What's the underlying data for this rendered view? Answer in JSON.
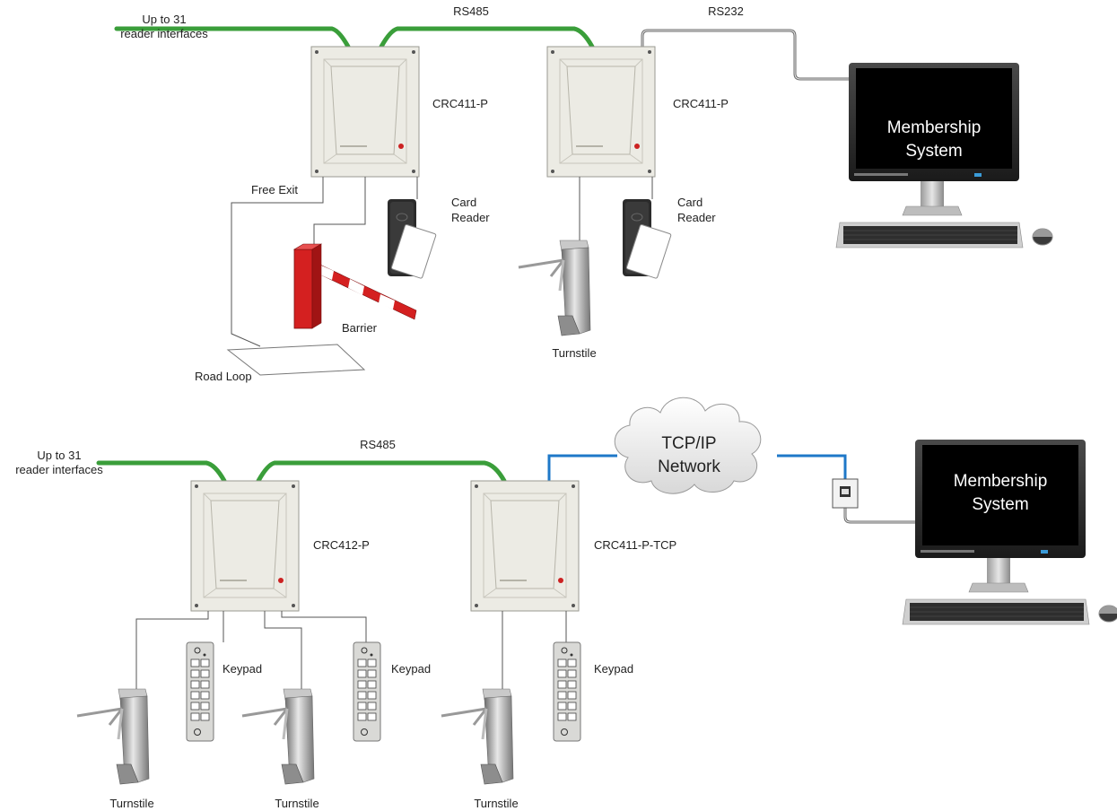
{
  "top": {
    "reader_interfaces": [
      "Up to 31",
      "reader interfaces"
    ],
    "bus_label": "RS485",
    "serial_label": "RS232",
    "controller1": "CRC411-P",
    "controller2": "CRC411-P",
    "card_reader1": [
      "Card",
      "Reader"
    ],
    "card_reader2": [
      "Card",
      "Reader"
    ],
    "free_exit": "Free Exit",
    "barrier": "Barrier",
    "road_loop": "Road Loop",
    "turnstile": "Turnstile",
    "pc_label": [
      "Membership",
      "System"
    ]
  },
  "bottom": {
    "reader_interfaces": [
      "Up to 31",
      "reader interfaces"
    ],
    "bus_label": "RS485",
    "network_label": [
      "TCP/IP",
      "Network"
    ],
    "controller1": "CRC412-P",
    "controller2": "CRC411-P-TCP",
    "keypad1": "Keypad",
    "keypad2": "Keypad",
    "keypad3": "Keypad",
    "turnstile1": "Turnstile",
    "turnstile2": "Turnstile",
    "turnstile3": "Turnstile",
    "pc_label": [
      "Membership",
      "System"
    ]
  },
  "colors": {
    "rs485_wire": "#3a9e3a",
    "tcp_wire": "#1e78c8",
    "serial_wire": "#6b6b6b",
    "barrier_red": "#d42020",
    "cabinet": "#ecebe4"
  },
  "icons": [
    "controller-cabinet",
    "card-reader",
    "turnstile",
    "barrier-gate",
    "keypad",
    "computer-monitor",
    "keyboard",
    "mouse",
    "cloud",
    "network-wall-socket",
    "road-loop"
  ]
}
